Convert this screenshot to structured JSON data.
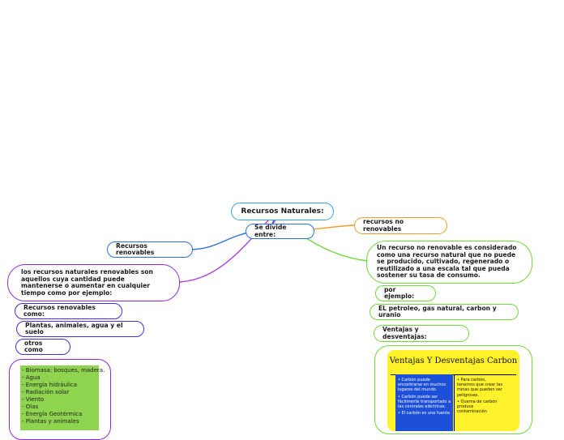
{
  "nodes": {
    "root": "Recursos Naturales:",
    "divide": "Se divide entre:",
    "renovables": "Recursos renovables",
    "no_renovables": "recursos no renovables",
    "renov_def": "los recursos naturales renovables son aquellos cuya cantidad puede mantenerse o aumentar en cualquier tiempo como por ejemplo:",
    "renov_como": "Recursos renovables como:",
    "plantas": "Plantas, animales, agua y el suelo",
    "otros": "otros como",
    "no_renov_def": "Un recurso no renovable es considerado como una recurso natural que no puede se producido, cultivado, regenerado o reutilizado a una escala tal que pueda sostener su tasa de consumo.",
    "por_ejemplo": "por ejemplo:",
    "petroleo": "EL petroleo, gas natural, carbon y uranio",
    "ventajas": "Ventajas y desventajas:"
  },
  "otros_list": [
    "- Biomasa: bosques, madera.",
    "- Agua",
    "- Energía hidráulica",
    "- Radiación solar",
    "- Viento",
    "- Olas",
    "- Energía Geotérmica",
    "- Plantas y animales"
  ],
  "table": {
    "title": "Ventajas Y Desventajas Carbon",
    "left": [
      "Carbón puede encontrarse en muchos lugares del mundo.",
      "Carbón puede ser fácilmente transportado a las centrales eléctricas.",
      "El carbón es una fuente"
    ],
    "right": [
      "Para carbón, tenemos que crear las minas que pueden ser peligrosas.",
      "Quema de carbón produce contaminación"
    ]
  },
  "colors": {
    "blue": "#2e6fe0",
    "orange": "#f59a2a",
    "green": "#72d93c",
    "purple": "#8a2be2"
  }
}
